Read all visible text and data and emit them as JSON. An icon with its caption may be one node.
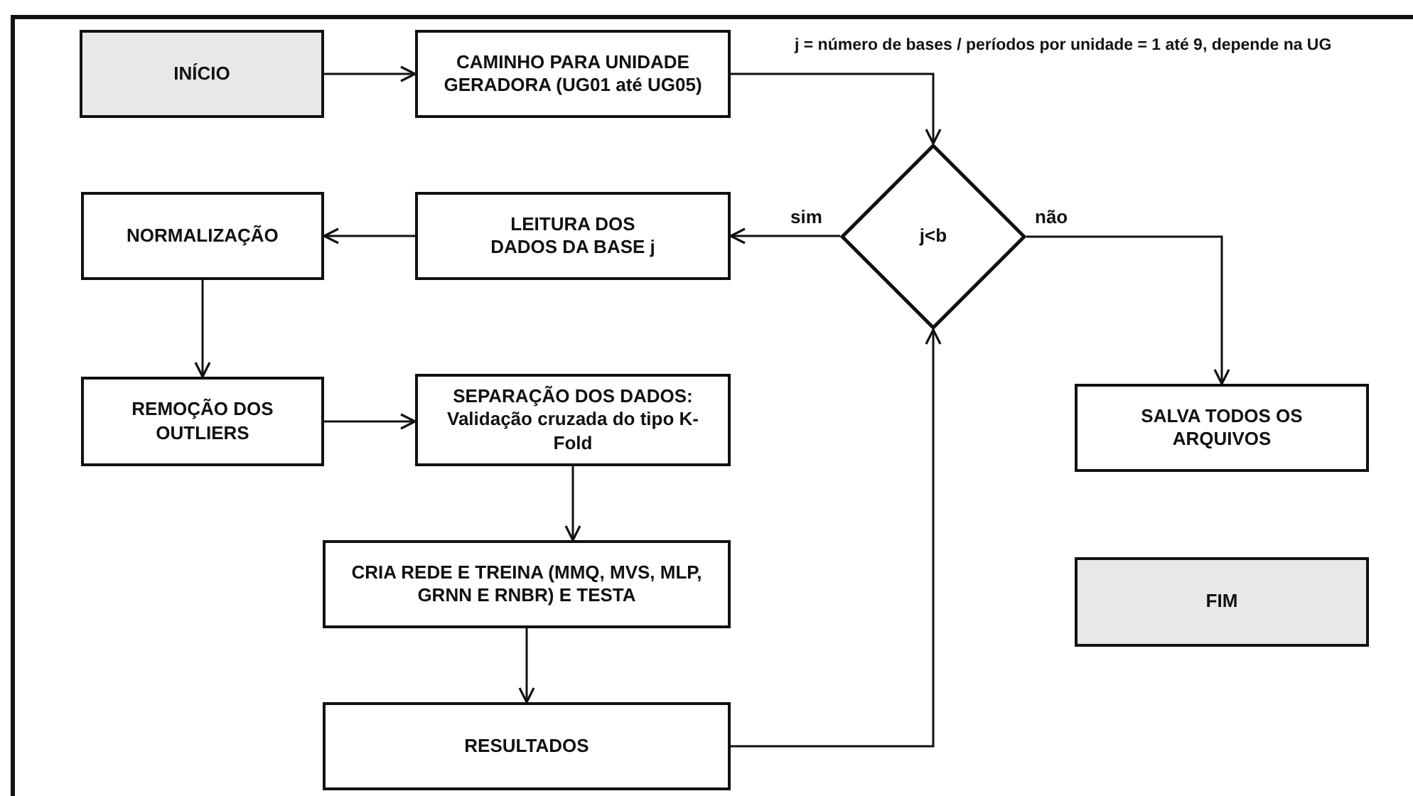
{
  "diagram": {
    "nodes": [
      {
        "text": [
          "INÍCIO"
        ]
      },
      {
        "text": [
          "CAMINHO PARA UNIDADE GERADORA (UG01 até UG05)"
        ]
      },
      {
        "text": [
          "j<b"
        ]
      },
      {
        "text": [
          "LEITURA DOS DADOS DA BASE j"
        ]
      },
      {
        "text": [
          "NORMALIZAÇÃO"
        ]
      },
      {
        "text": [
          "REMOÇÃO DOS OUTLIERS"
        ]
      },
      {
        "text": [
          "SEPARAÇÃO DOS DADOS: Validação cruzada do tipo K-Fold"
        ]
      },
      {
        "text": [
          "CRIA REDE E TREINA (MMQ, MVS, MLP, GRNN E RNBR) E TESTA"
        ]
      },
      {
        "text": [
          "RESULTADOS"
        ]
      },
      {
        "text": [
          "SALVA TODOS OS ARQUIVOS"
        ]
      },
      {
        "text": [
          "FIM"
        ]
      }
    ],
    "edges": [
      {
        "from": 0,
        "to": 1,
        "arrow": "to"
      },
      {
        "from": 1,
        "to": 2,
        "arrow": "to"
      },
      {
        "from": 2,
        "to": 3,
        "arrow": "to",
        "label": "sim"
      },
      {
        "from": 3,
        "to": 4,
        "arrow": "to"
      },
      {
        "from": 4,
        "to": 5,
        "arrow": "to"
      },
      {
        "from": 5,
        "to": 6,
        "arrow": "to"
      },
      {
        "from": 6,
        "to": 7,
        "arrow": "to"
      },
      {
        "from": 7,
        "to": 8,
        "arrow": "to"
      },
      {
        "from": 8,
        "to": 2,
        "arrow": "to"
      },
      {
        "from": 2,
        "to": 9,
        "arrow": "to",
        "label": "não"
      }
    ],
    "labels": [
      "j = número de bases / períodos por unidade = 1 até 9, depende na UG"
    ]
  }
}
